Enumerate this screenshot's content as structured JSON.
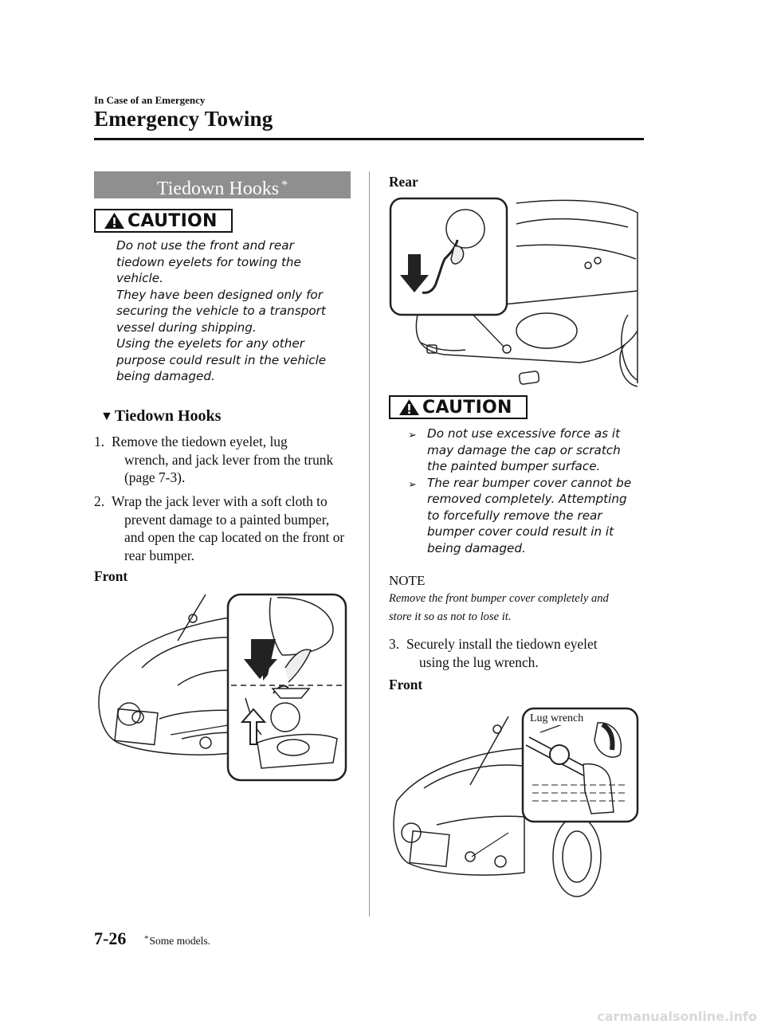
{
  "header": {
    "section": "In Case of an Emergency",
    "chapter": "Emergency Towing"
  },
  "left_column": {
    "title": "Tiedown Hooks",
    "title_star": "*",
    "caution": {
      "label": "CAUTION",
      "lines": [
        "Do not use the front and rear",
        "tiedown eyelets for towing the",
        "vehicle.",
        "They have been designed only for",
        "securing the vehicle to a transport",
        "vessel during shipping.",
        "Using the eyelets for any other",
        "purpose could result in the vehicle",
        "being damaged."
      ]
    },
    "subheading": "Tiedown Hooks",
    "subheading_marker": "▼",
    "steps": [
      {
        "number": "1.",
        "lines": [
          "Remove the tiedown eyelet, lug",
          "wrench, and jack lever from the trunk",
          "(page 7-3)."
        ]
      },
      {
        "number": "2.",
        "lines": [
          "Wrap the jack lever with a soft cloth to",
          "prevent damage to a painted bumper,",
          "and open the cap located on the front or",
          "rear bumper."
        ]
      }
    ],
    "front_label": "Front"
  },
  "right_column": {
    "rear_label": "Rear",
    "caution": {
      "label": "CAUTION",
      "bullet_marker": "➢",
      "bullets": [
        [
          "Do not use excessive force as it",
          "may damage the cap or scratch",
          "the painted bumper surface."
        ],
        [
          "The rear bumper cover cannot be",
          "removed completely. Attempting",
          "to forcefully remove the rear",
          "bumper cover could result in it",
          "being damaged."
        ]
      ]
    },
    "note": {
      "label": "NOTE",
      "lines": [
        "Remove the front bumper cover completely and",
        "store it so as not to lose it."
      ]
    },
    "step3": {
      "number": "3.",
      "lines": [
        "Securely install the tiedown eyelet",
        "using the lug wrench."
      ]
    },
    "front_label": "Front",
    "figure_callout": "Lug wrench"
  },
  "footer": {
    "page_number": "7-26",
    "footnote_star": "*",
    "footnote": "Some models.",
    "watermark": "carmanualsonline.info"
  }
}
